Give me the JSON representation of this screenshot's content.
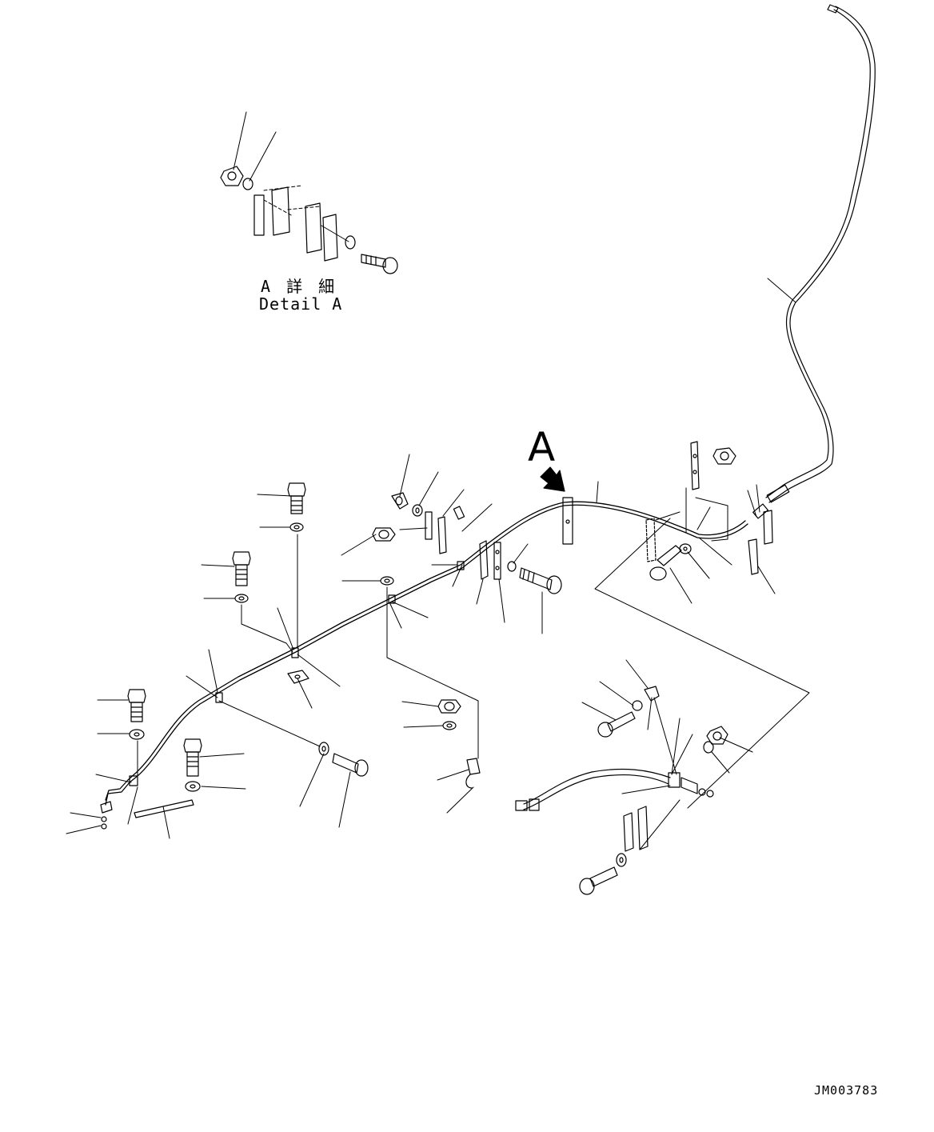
{
  "labels": {
    "detail_jp": "A 詳 細",
    "detail_en": "Detail A",
    "callout": "A",
    "drawing_number": "JM003783"
  },
  "colors": {
    "line": "#000000",
    "background": "#ffffff"
  }
}
